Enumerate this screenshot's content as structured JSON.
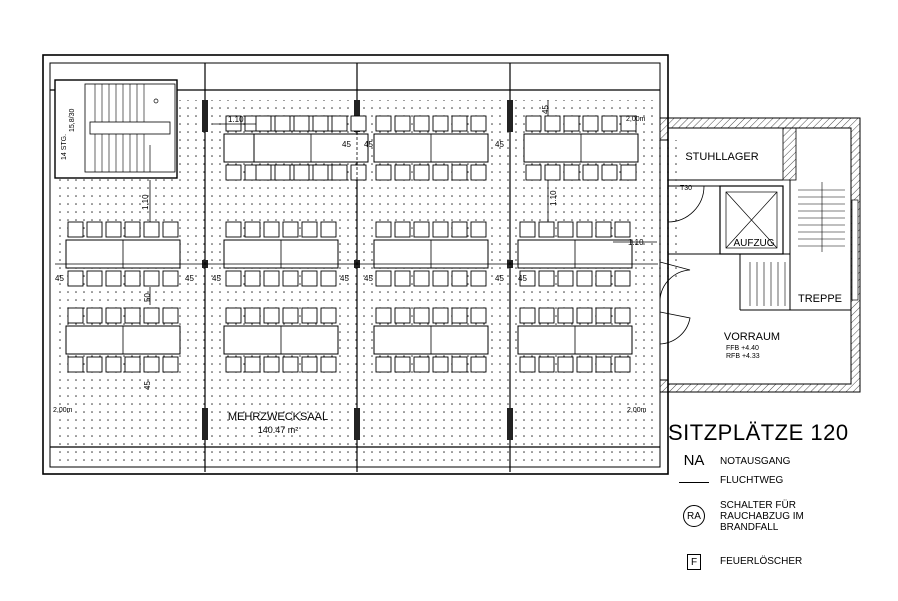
{
  "rooms": {
    "main_hall_name": "MEHRZWECKSAAL",
    "main_hall_area": "140.47 m²",
    "chair_store": "STUHLLAGER",
    "elevator": "AUFZUG",
    "staircase": "TREPPE",
    "anteroom": "VORRAUM",
    "anteroom_ffb": "FFB +4.40",
    "anteroom_rfb": "RFB +4.33",
    "door_code": "T30"
  },
  "stair_note": {
    "steps": "14 STG.",
    "dims": "15,8/30"
  },
  "dimensions": {
    "d_1_10": "1.10",
    "d_45": "45",
    "d_50": "50",
    "d_2_00": "2,00m"
  },
  "legend": {
    "title": "SITZPLÄTZE 120",
    "items": [
      {
        "symbol": "NA",
        "label": "NOTAUSGANG"
      },
      {
        "symbol": "",
        "label": "FLUCHTWEG"
      },
      {
        "symbol": "RA",
        "label": "SCHALTER FÜR RAUCHABZUG IM BRANDFALL"
      },
      {
        "symbol": "F",
        "label": "FEUERLÖSCHER"
      }
    ]
  }
}
